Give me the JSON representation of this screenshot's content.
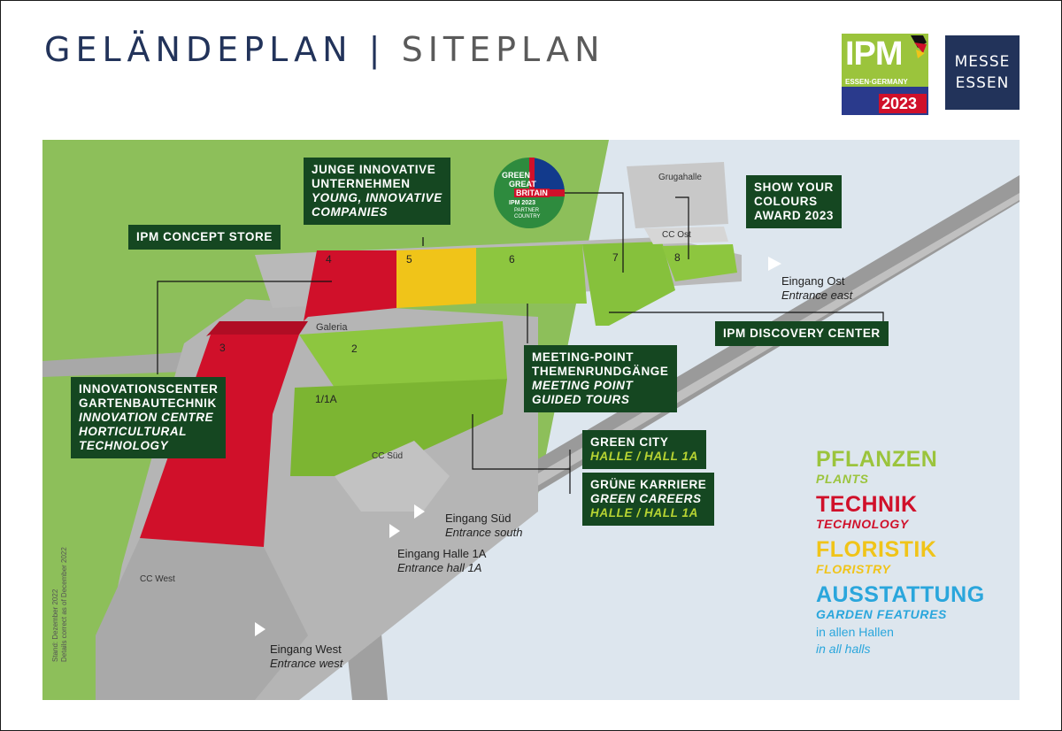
{
  "title": {
    "de": "GELÄNDEPLAN",
    "separator": "|",
    "en": "SITEPLAN"
  },
  "logos": {
    "ipm": {
      "name": "IPM",
      "sub": "ESSEN·GERMANY",
      "year": "2023"
    },
    "messe": {
      "line1": "MESSE",
      "line2": "ESSEN"
    },
    "partner_badge": {
      "line1": "GREEN",
      "line2": "GREAT",
      "line3": "BRITAIN",
      "line4": "IPM 2023",
      "line5": "PARTNER",
      "line6": "COUNTRY"
    }
  },
  "halls": {
    "h1": "1/1A",
    "h2": "2",
    "h3": "3",
    "h4": "4",
    "h5": "5",
    "h6": "6",
    "h7": "7",
    "h8": "8",
    "galeria": "Galeria",
    "grugahalle": "Grugahalle",
    "cc_ost": "CC Ost",
    "cc_sued": "CC Süd",
    "cc_west": "CC West"
  },
  "callouts": {
    "junge": {
      "l1": "JUNGE INNOVATIVE",
      "l2": "UNTERNEHMEN",
      "l3": "YOUNG, INNOVATIVE",
      "l4": "COMPANIES"
    },
    "concept": "IPM CONCEPT STORE",
    "colours": {
      "l1": "SHOW YOUR",
      "l2": "COLOURS",
      "l3": "AWARD 2023"
    },
    "discovery": "IPM DISCOVERY CENTER",
    "meeting": {
      "l1": "MEETING-POINT",
      "l2": "THEMENRUNDGÄNGE",
      "l3": "MEETING POINT",
      "l4": "GUIDED TOURS"
    },
    "innovation": {
      "l1": "INNOVATIONSCENTER",
      "l2": "GARTENBAUTECHNIK",
      "l3": "INNOVATION CENTRE",
      "l4": "HORTICULTURAL",
      "l5": "TECHNOLOGY"
    },
    "greencity": {
      "l1": "GREEN CITY",
      "l2": "HALLE / HALL 1A"
    },
    "karriere": {
      "l1": "GRÜNE KARRIERE",
      "l2": "GREEN CAREERS",
      "l3": "HALLE / HALL 1A"
    }
  },
  "entrances": {
    "ost": {
      "de": "Eingang Ost",
      "en": "Entrance east"
    },
    "sued": {
      "de": "Eingang Süd",
      "en": "Entrance south"
    },
    "halle1a": {
      "de": "Eingang Halle 1A",
      "en": "Entrance hall 1A"
    },
    "west": {
      "de": "Eingang West",
      "en": "Entrance west"
    }
  },
  "legend": {
    "pflanzen": {
      "label": "PFLANZEN",
      "sub": "PLANTS",
      "color": "#8dc63f"
    },
    "technik": {
      "label": "TECHNIK",
      "sub": "TECHNOLOGY",
      "color": "#d0102a"
    },
    "floristik": {
      "label": "FLORISTIK",
      "sub": "FLORISTRY",
      "color": "#f0c419"
    },
    "ausstattung": {
      "label": "AUSSTATTUNG",
      "sub": "GARDEN FEATURES",
      "color": "#2aa6dc"
    },
    "note_de": "in allen Hallen",
    "note_en": "in all halls"
  },
  "stand": {
    "de": "Stand: Dezember 2022",
    "en": "Details correct as of December 2022"
  }
}
